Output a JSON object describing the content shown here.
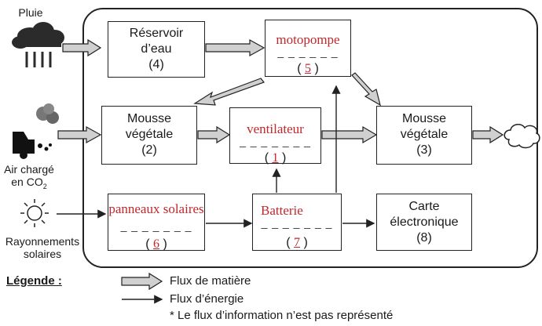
{
  "external": {
    "rain": "Pluie",
    "air": "Air chargé en CO",
    "air_sub": "2",
    "sun": "Rayonnements solaires"
  },
  "boxes": {
    "reservoir": {
      "l1": "Réservoir",
      "l2": "d’eau",
      "num": "(4)"
    },
    "motopompe": {
      "label": "motopompe",
      "dash": "_ _ _ _ _ _",
      "num": "5"
    },
    "mousse2": {
      "l1": "Mousse",
      "l2": "végétale",
      "num": "(2)"
    },
    "ventilateur": {
      "label": "ventilateur",
      "dash": "_ _ _ _ _ _ _",
      "num": "1"
    },
    "mousse3": {
      "l1": "Mousse",
      "l2": "végétale",
      "num": "(3)"
    },
    "panneaux": {
      "label": "panneaux solaires",
      "dash": "_ _ _ _ _ _ _",
      "num": "6"
    },
    "batterie": {
      "label": "Batterie",
      "dash": "_ _ _ _ _ _ _",
      "num": "7"
    },
    "carte": {
      "l1": "Carte",
      "l2": "électronique",
      "num": "(8)"
    }
  },
  "legend": {
    "title": "Légende :",
    "matter": "Flux de matière",
    "energy": "Flux d’énergie",
    "note": "* Le flux d’information n’est pas représenté"
  },
  "colors": {
    "handwriting": "#c0282b",
    "arrow_fill": "#d0d0d0",
    "line": "#222222"
  }
}
